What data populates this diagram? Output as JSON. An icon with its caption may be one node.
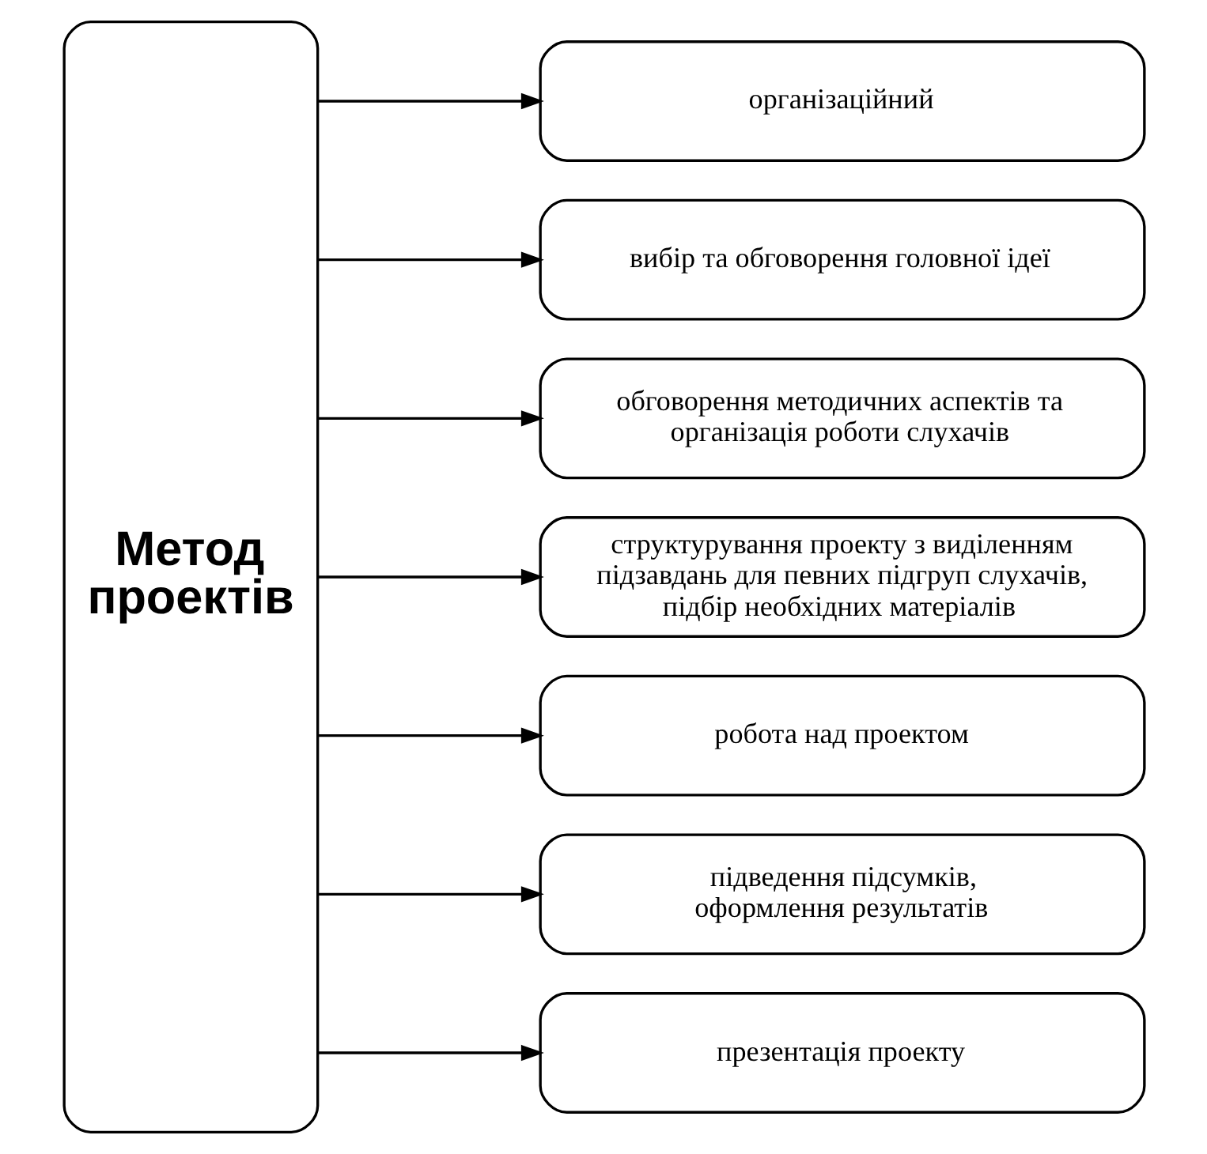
{
  "diagram": {
    "nodes": [
      {
        "text": [
          "Метод проектів"
        ]
      },
      {
        "text": [
          "організаційний"
        ]
      },
      {
        "text": [
          "вибір та обговорення головної ідеї"
        ]
      },
      {
        "text": [
          "обговорення методичних аспектів та організація роботи слухачів"
        ]
      },
      {
        "text": [
          "структурування проекту з виділенням підзавдань для певних підгруп слухачів, підбір необхідних матеріалів"
        ]
      },
      {
        "text": [
          "робота над проектом"
        ]
      },
      {
        "text": [
          "підведення підсумків, оформлення результатів"
        ]
      },
      {
        "text": [
          "презентація проекту"
        ]
      }
    ],
    "edges": [
      {
        "from": 0,
        "to": 1,
        "arrow": "to"
      },
      {
        "from": 0,
        "to": 2,
        "arrow": "to"
      },
      {
        "from": 0,
        "to": 3,
        "arrow": "to"
      },
      {
        "from": 0,
        "to": 4,
        "arrow": "to"
      },
      {
        "from": 0,
        "to": 5,
        "arrow": "to"
      },
      {
        "from": 0,
        "to": 6,
        "arrow": "to"
      },
      {
        "from": 0,
        "to": 7,
        "arrow": "to"
      }
    ]
  }
}
